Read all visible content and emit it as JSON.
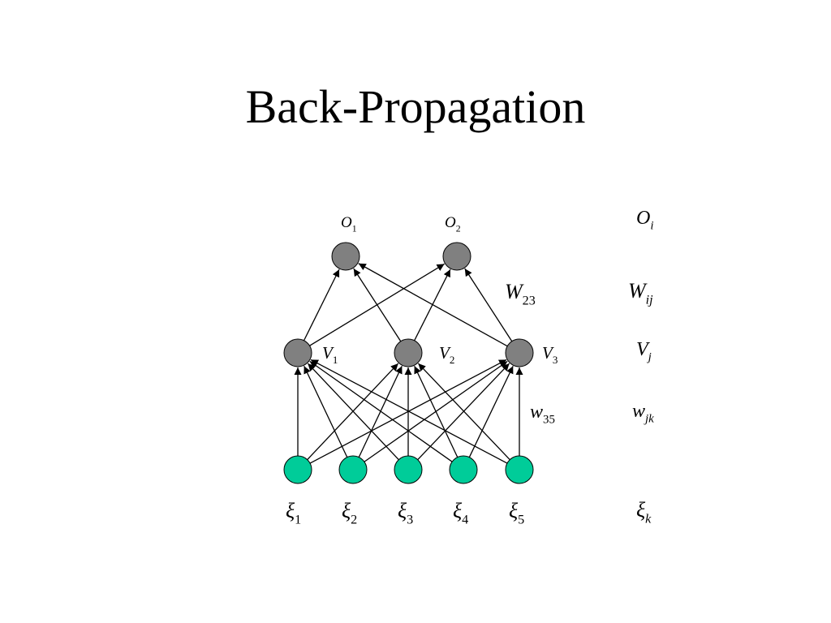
{
  "title": "Back-Propagation",
  "colors": {
    "hidden_node": "#808080",
    "output_node": "#808080",
    "input_node": "#00cc99",
    "edge": "#000000",
    "background": "#ffffff"
  },
  "network": {
    "output_nodes": [
      {
        "id": "O1",
        "symbol": "O",
        "sub": "1"
      },
      {
        "id": "O2",
        "symbol": "O",
        "sub": "2"
      }
    ],
    "hidden_nodes": [
      {
        "id": "V1",
        "symbol": "V",
        "sub": "1"
      },
      {
        "id": "V2",
        "symbol": "V",
        "sub": "2"
      },
      {
        "id": "V3",
        "symbol": "V",
        "sub": "3"
      }
    ],
    "input_nodes": [
      {
        "id": "xi1",
        "symbol": "ξ",
        "sub": "1"
      },
      {
        "id": "xi2",
        "symbol": "ξ",
        "sub": "2"
      },
      {
        "id": "xi3",
        "symbol": "ξ",
        "sub": "3"
      },
      {
        "id": "xi4",
        "symbol": "ξ",
        "sub": "4"
      },
      {
        "id": "xi5",
        "symbol": "ξ",
        "sub": "5"
      }
    ],
    "edge_labels": {
      "hidden_to_output": {
        "symbol": "W",
        "sub": "23"
      },
      "input_to_hidden": {
        "symbol": "w",
        "sub": "35"
      }
    }
  },
  "legend": {
    "output": {
      "symbol": "O",
      "sub": "i"
    },
    "weight_upper": {
      "symbol": "W",
      "sub": "ij"
    },
    "hidden": {
      "symbol": "V",
      "sub": "j"
    },
    "weight_lower": {
      "symbol": "w",
      "sub": "jk"
    },
    "input": {
      "symbol": "ξ",
      "sub": "k"
    }
  }
}
